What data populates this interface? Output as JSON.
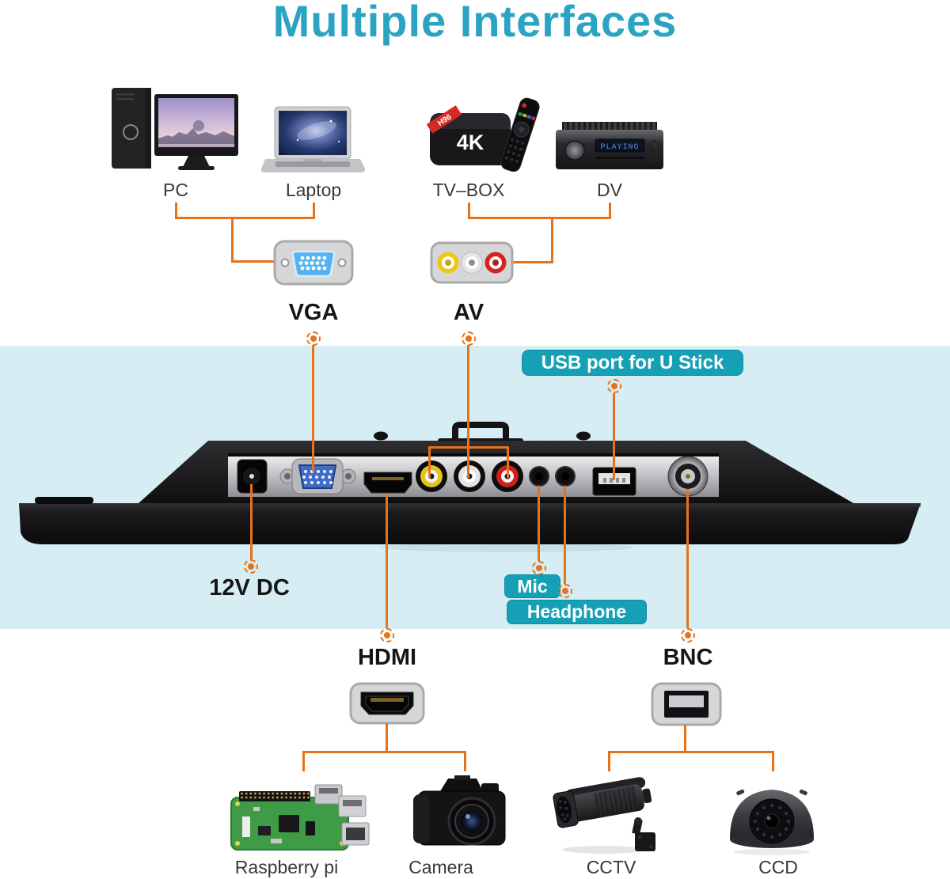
{
  "title": "Multiple Interfaces",
  "colors": {
    "title": "#2aa4c2",
    "accent_orange": "#e8721a",
    "badge_teal": "#16a0b6",
    "band_blue": "#d5edf3"
  },
  "top_devices": {
    "pc": {
      "label": "PC"
    },
    "laptop": {
      "label": "Laptop"
    },
    "tv_box": {
      "label": "TV–BOX",
      "box_text": "4K",
      "corner_badge": "H96"
    },
    "dv": {
      "label": "DV",
      "display_text": "PLAYING"
    }
  },
  "input_connectors": {
    "vga": {
      "label": "VGA"
    },
    "av": {
      "label": "AV"
    }
  },
  "panel_callouts": {
    "usb": {
      "label": "USB port for U Stick"
    },
    "dc_power": {
      "label": "12V DC"
    },
    "mic": {
      "label": "Mic"
    },
    "headphone": {
      "label": "Headphone"
    }
  },
  "output_connectors": {
    "hdmi": {
      "label": "HDMI"
    },
    "bnc": {
      "label": "BNC"
    }
  },
  "bottom_devices": {
    "raspberry_pi": {
      "label": "Raspberry pi"
    },
    "camera": {
      "label": "Camera"
    },
    "cctv": {
      "label": "CCTV"
    },
    "ccd": {
      "label": "CCD"
    }
  }
}
